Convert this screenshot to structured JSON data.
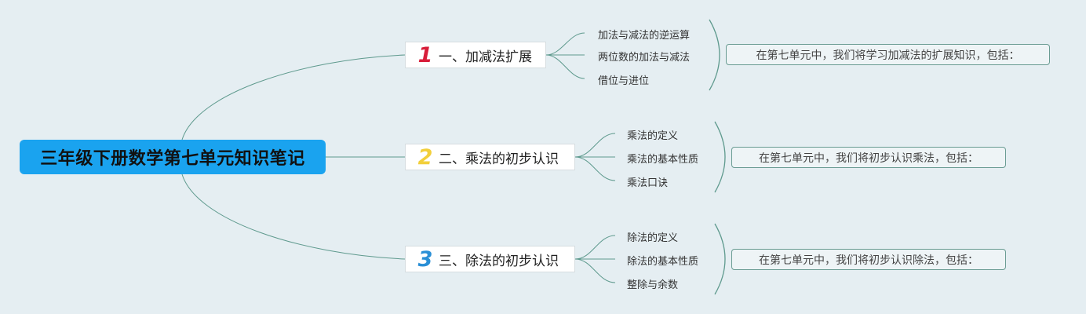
{
  "root": {
    "title": "三年级下册数学第七单元知识笔记"
  },
  "branches": [
    {
      "number": "1",
      "number_color": "#d81e3a",
      "label": "一、加减法扩展",
      "children": [
        "加法与减法的逆运算",
        "两位数的加法与减法",
        "借位与进位"
      ],
      "summary": "在第七单元中，我们将学习加减法的扩展知识，包括："
    },
    {
      "number": "2",
      "number_color": "#f2cf3b",
      "label": "二、乘法的初步认识",
      "children": [
        "乘法的定义",
        "乘法的基本性质",
        "乘法口诀"
      ],
      "summary": "在第七单元中，我们将初步认识乘法，包括："
    },
    {
      "number": "3",
      "number_color": "#2a8fd6",
      "label": "三、除法的初步认识",
      "children": [
        "除法的定义",
        "除法的基本性质",
        "整除与余数"
      ],
      "summary": "在第七单元中，我们将初步认识除法，包括："
    }
  ],
  "colors": {
    "background": "#e5eef2",
    "root": "#1aa3ef",
    "connector": "#5f9a8e"
  }
}
